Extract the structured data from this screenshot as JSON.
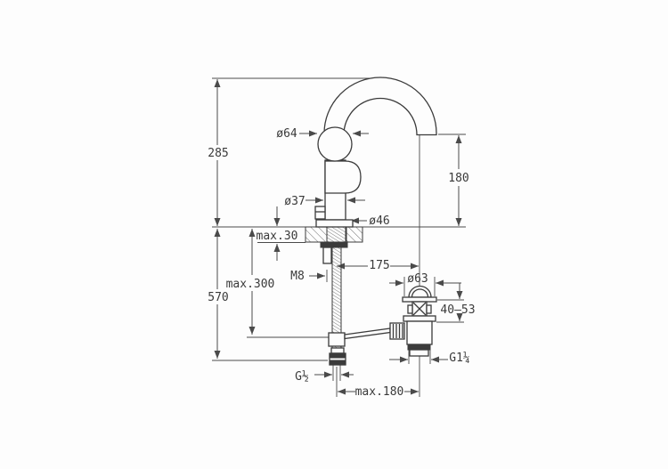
{
  "page": {
    "background": "#fdfdfd",
    "line_color": "#3b3b3b",
    "description": "technical dimension drawing of basin mixer tap with pop-up waste"
  },
  "labels": {
    "overall_height": "285",
    "spout_to_deck": "180",
    "ball_diameter": "ø64",
    "body_diameter": "ø37",
    "base_diameter": "ø46",
    "deck_thickness": "max.30",
    "below_deck_depth": "570",
    "rod_length": "max.300",
    "stud_thread": "M8",
    "center_distance": "175",
    "waste_cap_diameter": "ø63",
    "plug_stroke": "40–53",
    "waste_thread": "G1¼",
    "supply_thread": "G½",
    "popup_rod_reach": "max.180"
  }
}
